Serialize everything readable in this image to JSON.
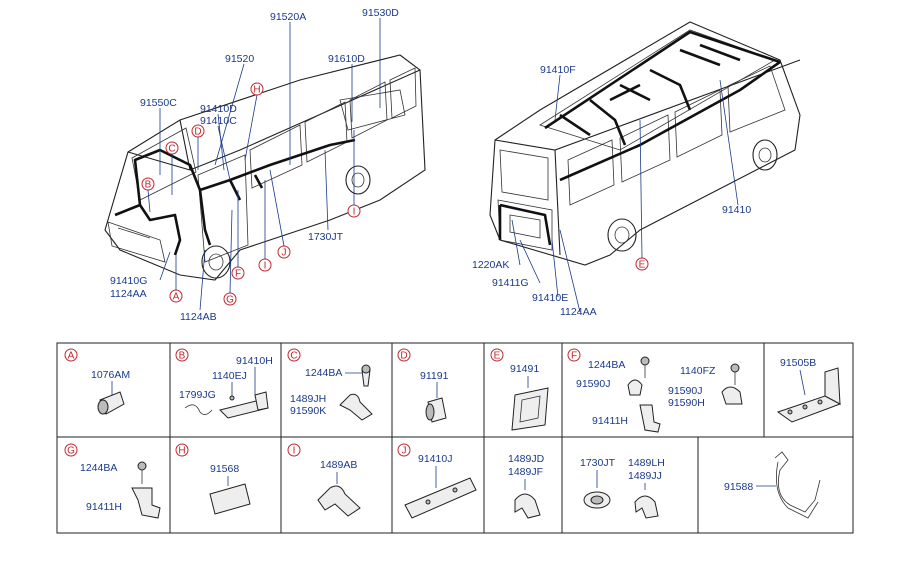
{
  "colors": {
    "label": "#1a3a8a",
    "callout": "#c0282e",
    "outline": "#222222"
  },
  "front_view": {
    "labels": {
      "l_91520A": "91520A",
      "l_91530D": "91530D",
      "l_91520": "91520",
      "l_91610D": "91610D",
      "l_91550C": "91550C",
      "l_91410D": "91410D",
      "l_91410C": "91410C",
      "l_1730JT": "1730JT",
      "l_91410G": "91410G",
      "l_1124AA": "1124AA",
      "l_1124AB": "1124AB"
    },
    "callouts": {
      "c_H": "H",
      "c_C": "C",
      "c_D": "D",
      "c_B": "B",
      "c_I1": "I",
      "c_J": "J",
      "c_I2": "I",
      "c_F": "F",
      "c_G": "G",
      "c_A": "A"
    }
  },
  "rear_view": {
    "labels": {
      "r_91410F": "91410F",
      "r_91410": "91410",
      "r_1220AK": "1220AK",
      "r_91411G": "91411G",
      "r_91410E": "91410E",
      "r_1124AA": "1124AA"
    },
    "callouts": {
      "c_E": "E"
    }
  },
  "detail_grid": {
    "cells": [
      {
        "letter": "A",
        "labels": [
          "1076AM"
        ]
      },
      {
        "letter": "B",
        "labels": [
          "91410H",
          "1140EJ",
          "1799JG"
        ]
      },
      {
        "letter": "C",
        "labels": [
          "1244BA",
          "1489JH",
          "91590K"
        ]
      },
      {
        "letter": "D",
        "labels": [
          "91191"
        ]
      },
      {
        "letter": "E",
        "labels": [
          "91491"
        ]
      },
      {
        "letter": "F",
        "labels": [
          "1244BA",
          "1140FZ",
          "91590J",
          "91590J",
          "91590H",
          "91411H"
        ]
      },
      {
        "letter": "",
        "labels": [
          "91505B"
        ]
      },
      {
        "letter": "G",
        "labels": [
          "1244BA",
          "91411H"
        ]
      },
      {
        "letter": "H",
        "labels": [
          "91568"
        ]
      },
      {
        "letter": "I",
        "labels": [
          "1489AB"
        ]
      },
      {
        "letter": "J",
        "labels": [
          "91410J"
        ]
      },
      {
        "letter": "",
        "labels": [
          "1489JD",
          "1489JF"
        ]
      },
      {
        "letter": "",
        "labels": [
          "1730JT",
          "1489LH",
          "1489JJ"
        ]
      },
      {
        "letter": "",
        "labels": [
          "91588"
        ]
      }
    ]
  }
}
